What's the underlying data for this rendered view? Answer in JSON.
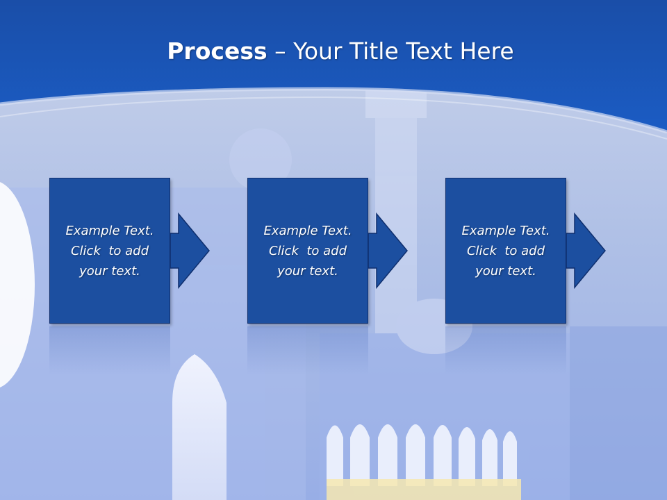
{
  "slide": {
    "title_bold": "Process",
    "title_sep": " – ",
    "title_rest": "Your Title Text Here",
    "steps": [
      {
        "line1": "Example Text.",
        "line2": "Click  to add",
        "line3": "your text."
      },
      {
        "line1": "Example Text.",
        "line2": "Click  to add",
        "line3": "your text."
      },
      {
        "line1": "Example Text.",
        "line2": "Click  to add",
        "line3": "your text."
      }
    ]
  },
  "colors": {
    "header_blue": "#1a55b8",
    "box_blue": "#1c4fa0",
    "box_border": "#0f2f6e",
    "background_tint": "#b9c9ea"
  }
}
